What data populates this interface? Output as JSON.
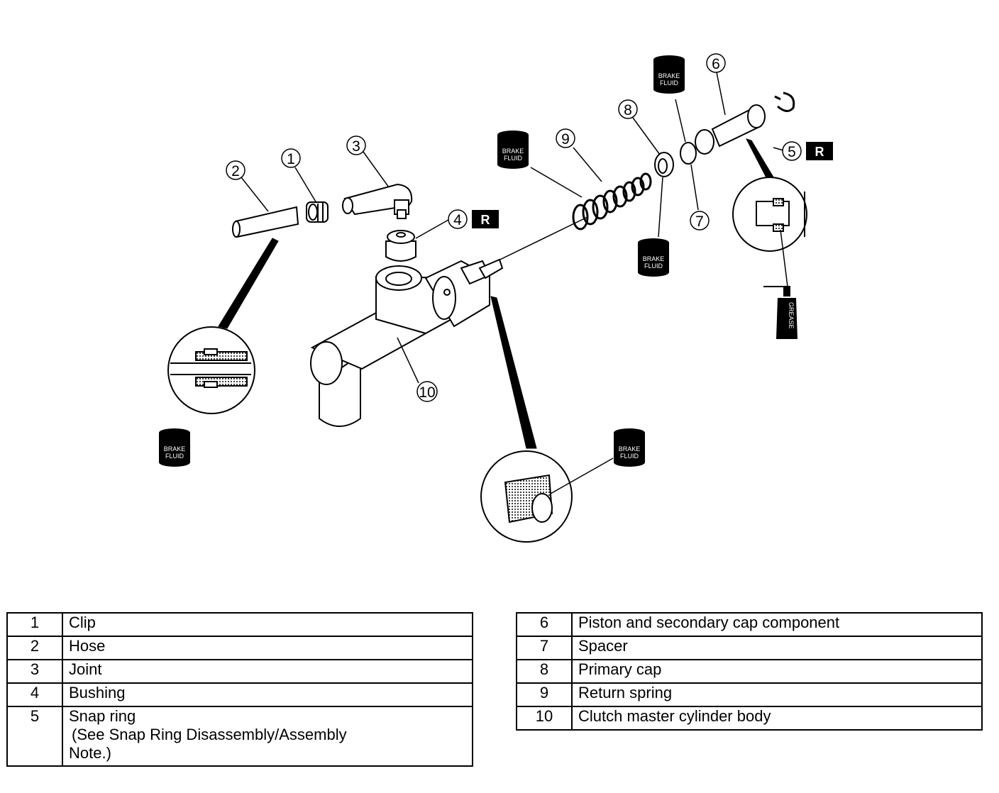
{
  "callouts": [
    "1",
    "2",
    "3",
    "4",
    "5",
    "6",
    "7",
    "8",
    "9",
    "10"
  ],
  "badges": {
    "r": "R"
  },
  "stickers": {
    "brake_fluid_line1": "BRAKE",
    "brake_fluid_line2": "FLUID",
    "grease": "GREASE"
  },
  "parts_left": [
    {
      "num": "1",
      "name": "Clip"
    },
    {
      "num": "2",
      "name": "Hose"
    },
    {
      "num": "3",
      "name": "Joint"
    },
    {
      "num": "4",
      "name": "Bushing"
    },
    {
      "num": "5",
      "name": "Snap ring",
      "note": "(See Snap Ring Disassembly/Assembly",
      "note2": "Note.)"
    }
  ],
  "parts_right": [
    {
      "num": "6",
      "name": "Piston and secondary cap component"
    },
    {
      "num": "7",
      "name": "Spacer"
    },
    {
      "num": "8",
      "name": "Primary cap"
    },
    {
      "num": "9",
      "name": "Return spring"
    },
    {
      "num": "10",
      "name": "Clutch master cylinder body"
    }
  ]
}
